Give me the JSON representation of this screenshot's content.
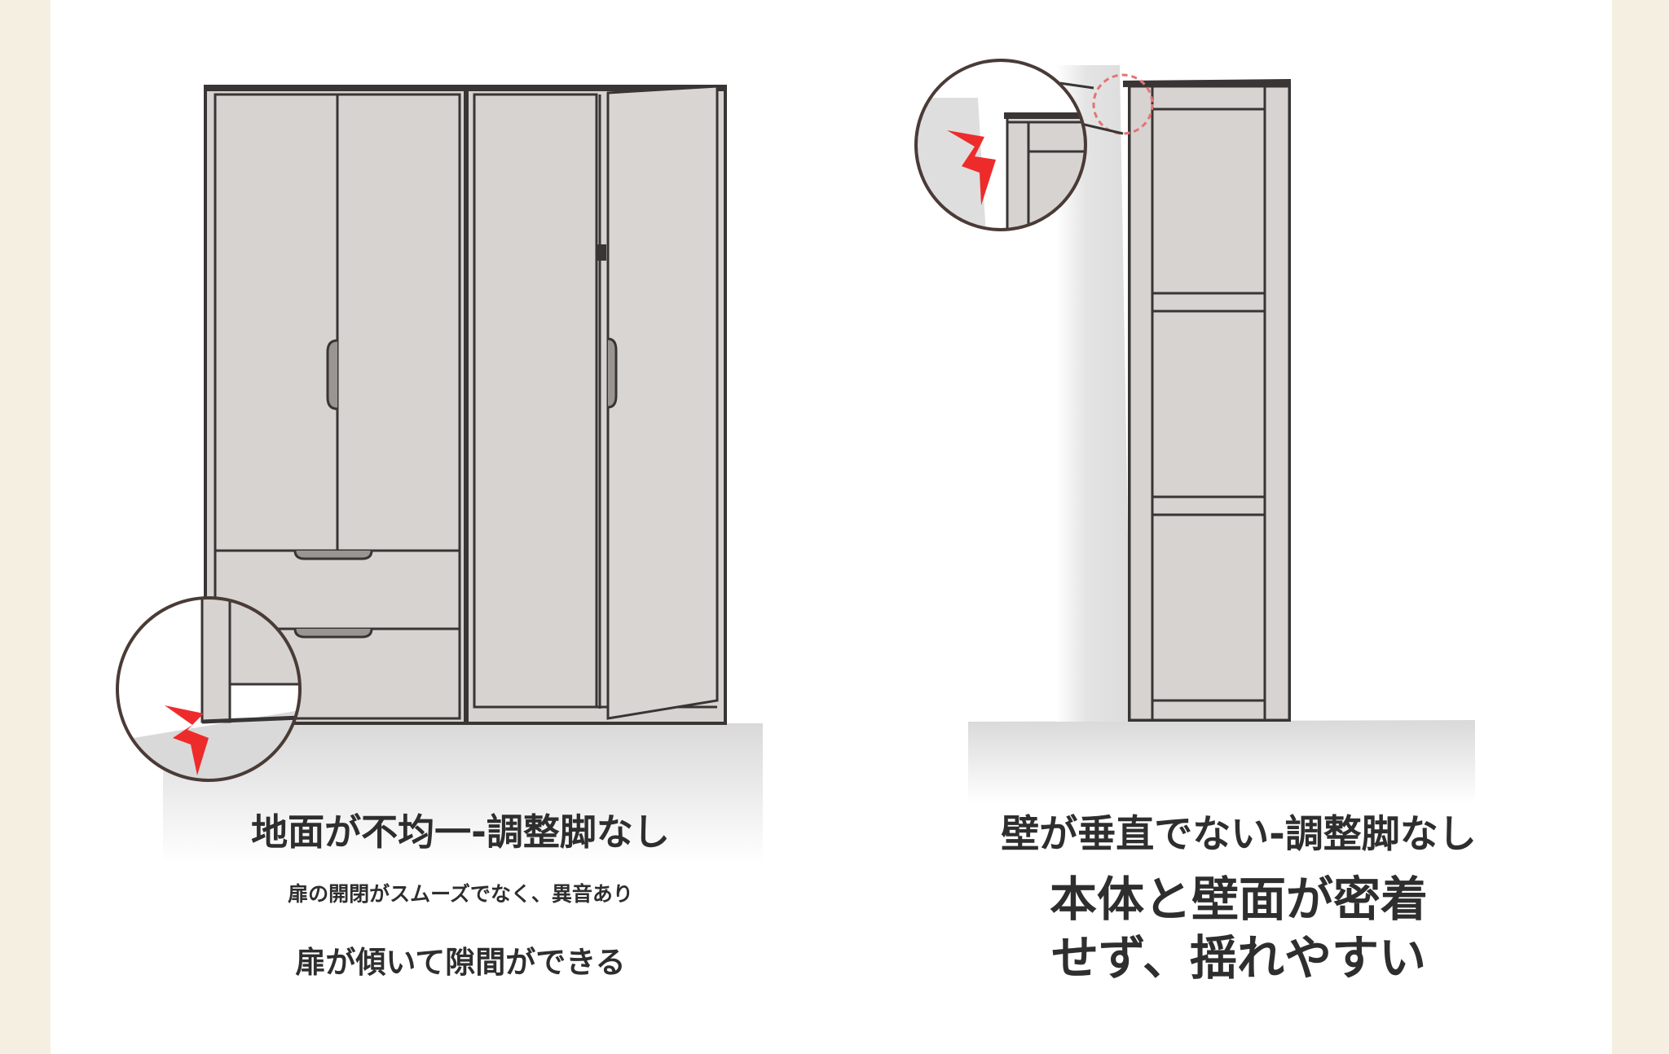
{
  "left_panel": {
    "caption": "地面が不均一-調整脚なし",
    "note_1": "扉の開閉がスムーズでなく、異音あり",
    "note_2": "扉が傾いて隙間ができる"
  },
  "right_panel": {
    "caption": "壁が垂直でない-調整脚なし",
    "note_line_1": "本体と壁面が密着",
    "note_line_2": "せず、揺れやすい"
  },
  "colors": {
    "page_border": "#f5efe1",
    "background": "#ffffff",
    "cabinet_fill": "#d6d3d1",
    "outline": "#3a3535",
    "warning_red": "#ee2b2b",
    "dashed_circle": "#e57373",
    "floor": "#dcdcdc",
    "wall": "#e6e6e6"
  },
  "icons": {
    "left_zoom": "zoom-circle-crack-icon",
    "right_zoom": "zoom-circle-crack-icon"
  }
}
